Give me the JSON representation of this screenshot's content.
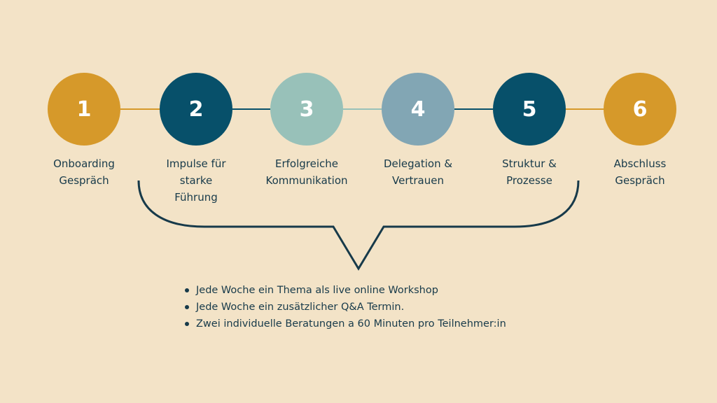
{
  "colors": {
    "background": "#f3e3c7",
    "gold": "#d6992a",
    "navy": "#07506a",
    "sage": "#98c1b9",
    "slate": "#82a6b4",
    "text": "#173a4a"
  },
  "steps": [
    {
      "number": "1",
      "label": "Onboarding\nGespräch",
      "color": "#d6992a"
    },
    {
      "number": "2",
      "label": "Impulse für\nstarke\nFührung",
      "color": "#07506a"
    },
    {
      "number": "3",
      "label": "Erfolgreiche\nKommunikation",
      "color": "#98c1b9"
    },
    {
      "number": "4",
      "label": "Delegation &\nVertrauen",
      "color": "#82a6b4"
    },
    {
      "number": "5",
      "label": "Struktur &\nProzesse",
      "color": "#07506a"
    },
    {
      "number": "6",
      "label": "Abschluss\nGespräch",
      "color": "#d6992a"
    }
  ],
  "bullets": [
    "Jede Woche ein Thema als live online Workshop",
    "Jede Woche ein zusätzlicher Q&A Termin.",
    "Zwei individuelle Beratungen a 60 Minuten pro Teilnehmer:in"
  ]
}
